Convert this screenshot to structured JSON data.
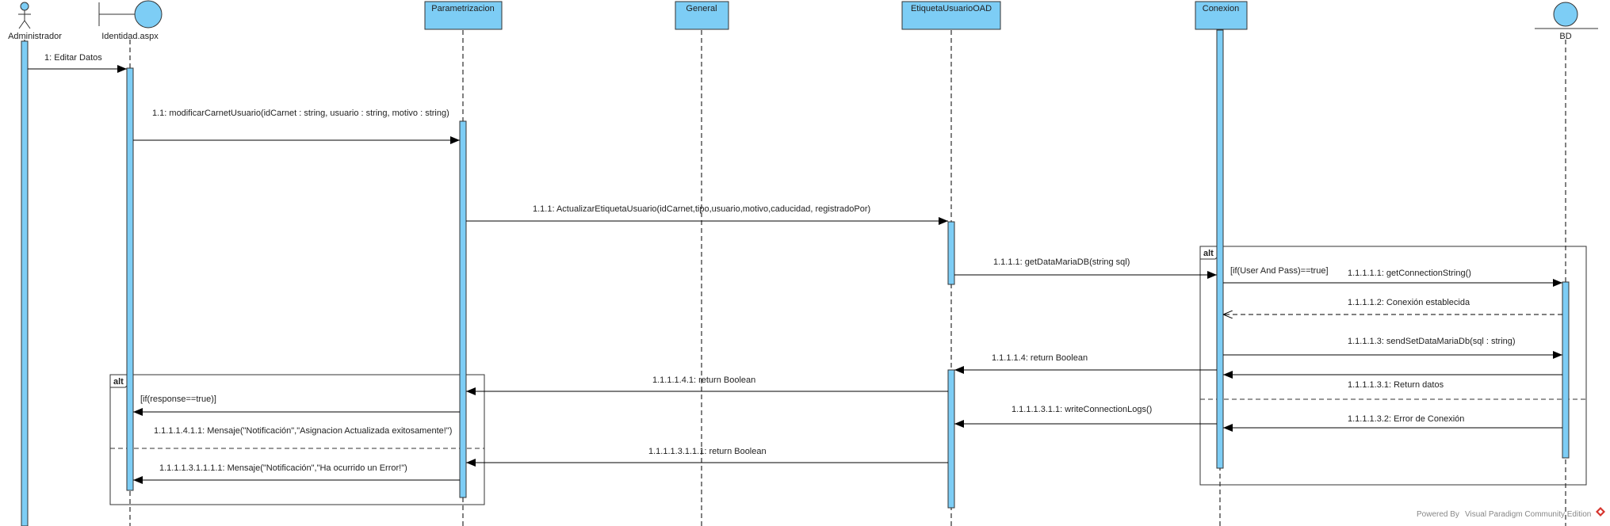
{
  "participants": [
    {
      "id": "admin",
      "label": "Administrador",
      "kind": "actor"
    },
    {
      "id": "ident",
      "label": "Identidad.aspx",
      "kind": "boundary"
    },
    {
      "id": "param",
      "label": "Parametrizacion",
      "kind": "class"
    },
    {
      "id": "general",
      "label": "General",
      "kind": "class"
    },
    {
      "id": "etiq",
      "label": "EtiquetaUsuarioOAD",
      "kind": "class"
    },
    {
      "id": "conex",
      "label": "Conexion",
      "kind": "class"
    },
    {
      "id": "bd",
      "label": "BD",
      "kind": "entity"
    }
  ],
  "messages": [
    {
      "label": "1: Editar Datos"
    },
    {
      "label": "1.1: modificarCarnetUsuario(idCarnet : string, usuario : string, motivo : string)"
    },
    {
      "label": "1.1.1: ActualizarEtiquetaUsuario(idCarnet,tipo,usuario,motivo,caducidad, registradoPor)"
    },
    {
      "label": "1.1.1.1: getDataMariaDB(string sql)"
    },
    {
      "label": "1.1.1.1.1: getConnectionString()"
    },
    {
      "label": "1.1.1.1.2: Conexión establecida"
    },
    {
      "label": "1.1.1.1.3: sendSetDataMariaDb(sql : string)"
    },
    {
      "label": "1.1.1.1.4: return Boolean"
    },
    {
      "label": "1.1.1.1.3.1: Return datos"
    },
    {
      "label": "1.1.1.1.4.1: return Boolean"
    },
    {
      "label": "1.1.1.1.3.1.1: writeConnectionLogs()"
    },
    {
      "label": "1.1.1.1.3.2: Error de Conexión"
    },
    {
      "label": "1.1.1.1.4.1.1:  Mensaje(\"Notificación\",\"Asignacion Actualizada exitosamente!\")"
    },
    {
      "label": "1.1.1.1.3.1.1.1: return Boolean"
    },
    {
      "label": "1.1.1.1.3.1.1.1.1:  Mensaje(\"Notificación\",\"Ha ocurrido un Error!\")"
    }
  ],
  "fragments": [
    {
      "tag": "alt",
      "guard": "[if(User And Pass)==true]"
    },
    {
      "tag": "alt",
      "guard": "[if(response==true)]"
    }
  ],
  "watermark": {
    "prefix": "Powered By",
    "product": "Visual Paradigm Community Edition"
  },
  "colors": {
    "box_fill": "#7dcdf5",
    "box_stroke": "#333333",
    "line": "#000000",
    "activation_fill": "#7dcdf5"
  }
}
